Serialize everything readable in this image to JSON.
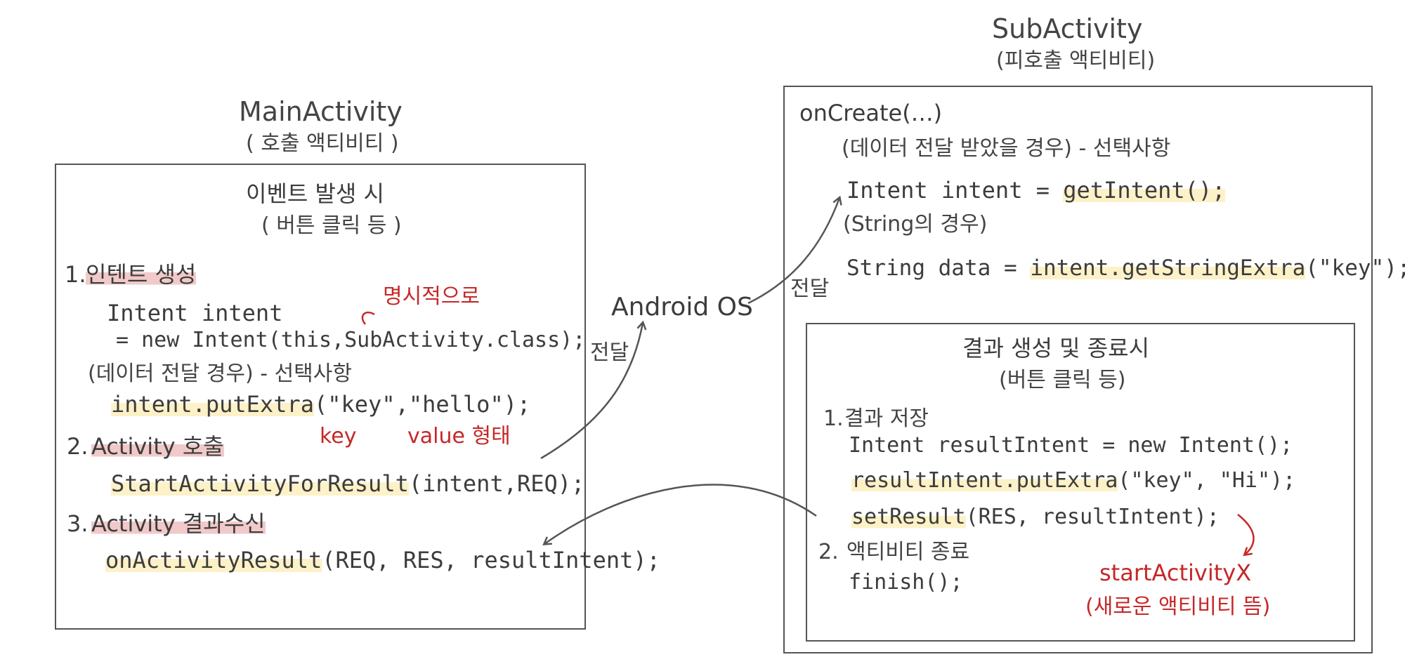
{
  "main_activity": {
    "title": "MainActivity",
    "subtitle": "( 호출 액티비티 )",
    "event_heading": "이벤트 발생 시",
    "event_sub": "( 버튼 클릭 등 )",
    "step1_num": "1.",
    "step1_title": "인텐트 생성",
    "step1_line1": "Intent intent",
    "step1_line2": "= new Intent(this,SubActivity.class);",
    "annotation_explicit": "명시적으로",
    "data_note": "(데이터 전달 경우) - 선택사항",
    "put_extra_hl": "intent.putExtra",
    "put_extra_rest": "(\"key\",\"hello\");",
    "label_key": "key",
    "label_value": "value 형태",
    "step2_num": "2.",
    "step2_title": "Activity 호출",
    "start_hl": "StartActivityForResult",
    "start_rest": "(intent,REQ);",
    "step3_num": "3.",
    "step3_title": "Activity 결과수신",
    "on_result_hl": "onActivityResult",
    "on_result_rest": "(REQ, RES, resultIntent);"
  },
  "os": {
    "label": "Android OS",
    "transfer_left": "전달",
    "transfer_right": "전달"
  },
  "sub_activity": {
    "title": "SubActivity",
    "subtitle": "(피호출 액티비티)",
    "oncreate": "onCreate(…)",
    "data_note": "(데이터 전달 받았을 경우) - 선택사항",
    "get_intent_pre": "Intent intent =",
    "get_intent_hl": "getIntent();",
    "string_note": "(String의 경우)",
    "string_pre": "String data =",
    "string_hl": "intent.getStringExtra",
    "string_rest": "(\"key\");",
    "result_heading": "결과 생성 및 종료시",
    "result_sub": "(버튼 클릭 등)",
    "r_step1_num": "1.",
    "r_step1_title": "결과 저장",
    "r_line1": "Intent resultIntent = new Intent();",
    "r_put_hl": "resultIntent.putExtra",
    "r_put_rest": "(\"key\", \"Hi\");",
    "r_set_hl": "setResult",
    "r_set_rest": "(RES, resultIntent);",
    "r_step2_num": "2.",
    "r_step2_title": "액티비티 종료",
    "r_finish": "finish();",
    "note_start": "startActivityX",
    "note_start_sub": "(새로운 액티비티 뜸)"
  },
  "colors": {
    "red": "#c62828",
    "highlight_yellow": "#fdf1c8",
    "highlight_pink": "#f1c9c9",
    "ink": "#3c3c3c"
  }
}
